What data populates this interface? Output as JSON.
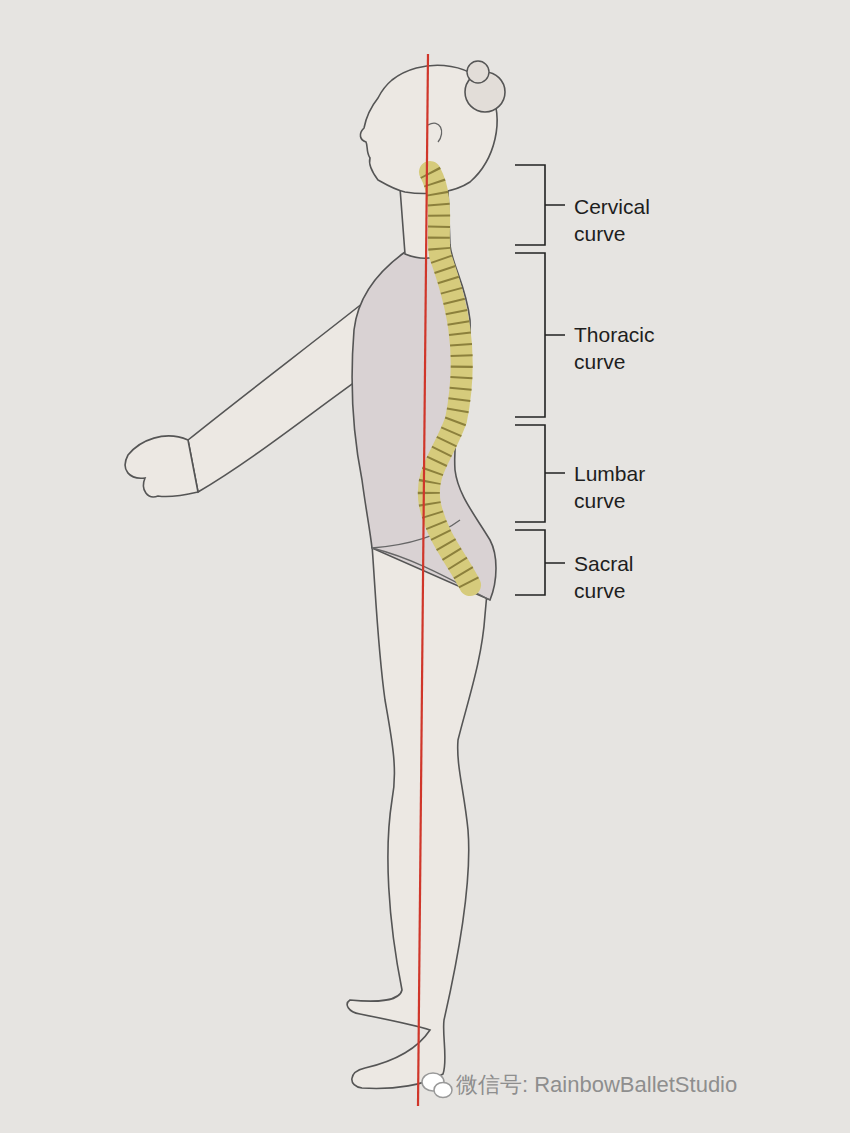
{
  "diagram": {
    "labels": [
      "Cervical curve",
      "Thoracic curve",
      "Lumbar curve",
      "Sacral curve",
      "微信号: RainbowBalletStudio"
    ]
  }
}
